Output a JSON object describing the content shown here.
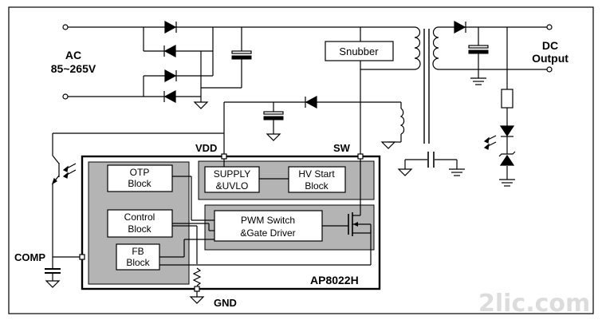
{
  "labels": {
    "ac": "AC",
    "ac_range": "85~265V",
    "dc": "DC",
    "dc_output": "Output",
    "snubber": "Snubber",
    "vdd": "VDD",
    "sw": "SW",
    "comp": "COMP",
    "gnd": "GND",
    "chip": "AP8022H"
  },
  "blocks": {
    "otp": [
      "OTP",
      "Block"
    ],
    "control": [
      "Control",
      "Block"
    ],
    "fb": [
      "FB",
      "Block"
    ],
    "supply": [
      "SUPPLY",
      "&UVLO"
    ],
    "hv_start": [
      "HV Start",
      "Block"
    ],
    "pwm": [
      "PWM Switch",
      "&Gate Driver"
    ]
  },
  "watermark": "2lic.com",
  "colors": {
    "block_fill": "#b4b4b4",
    "box_fill": "#ffffff",
    "line": "#000000",
    "watermark": "#d9d9d9"
  }
}
